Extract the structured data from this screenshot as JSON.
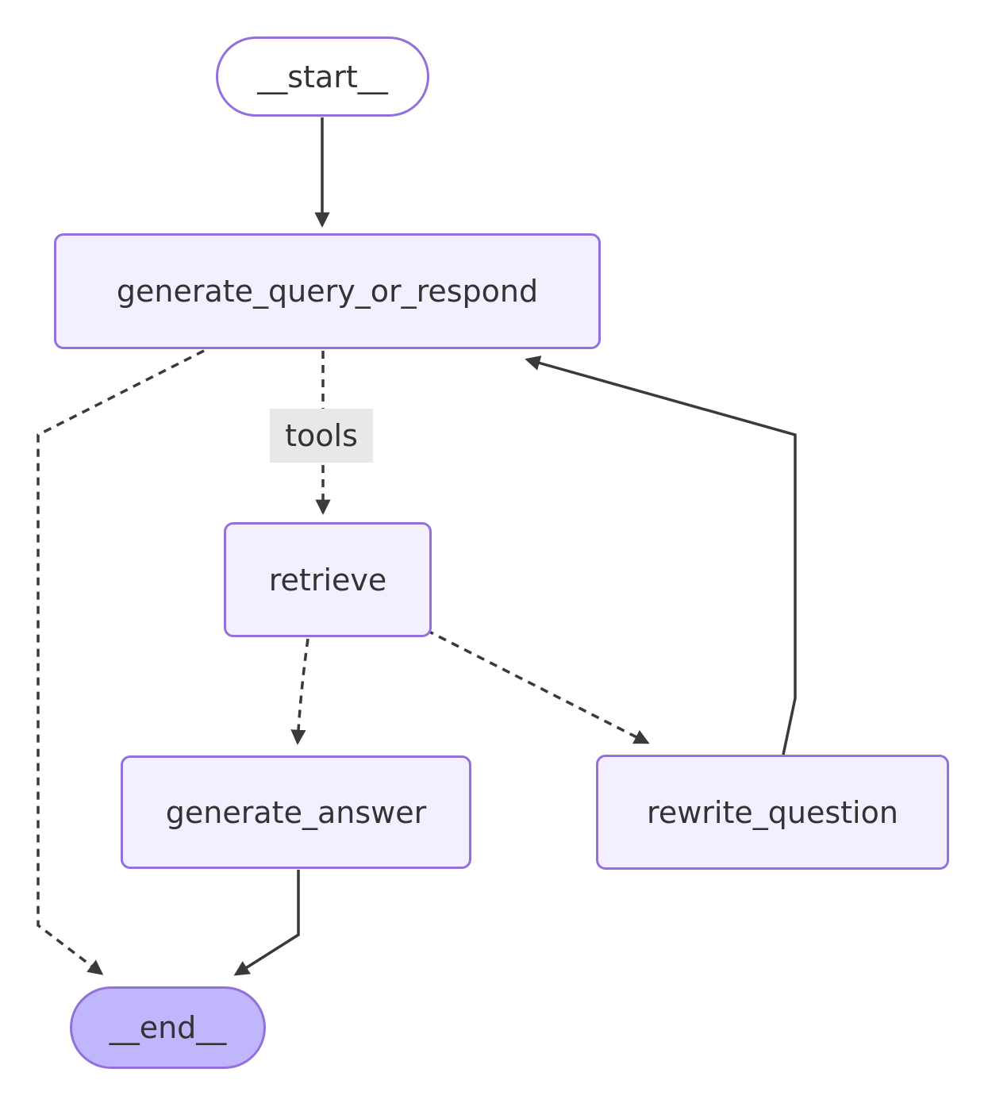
{
  "diagram": {
    "type": "flowchart",
    "direction": "top-down",
    "nodes": {
      "start": {
        "label": "__start__",
        "shape": "stadium"
      },
      "generate_query_or_respond": {
        "label": "generate_query_or_respond",
        "shape": "rect"
      },
      "retrieve": {
        "label": "retrieve",
        "shape": "rect"
      },
      "generate_answer": {
        "label": "generate_answer",
        "shape": "rect"
      },
      "rewrite_question": {
        "label": "rewrite_question",
        "shape": "rect"
      },
      "end": {
        "label": "__end__",
        "shape": "stadium"
      }
    },
    "edges": [
      {
        "from": "__start__",
        "to": "generate_query_or_respond",
        "style": "solid",
        "label": ""
      },
      {
        "from": "generate_query_or_respond",
        "to": "retrieve",
        "style": "dotted",
        "label": "tools"
      },
      {
        "from": "generate_query_or_respond",
        "to": "__end__",
        "style": "dotted",
        "label": ""
      },
      {
        "from": "retrieve",
        "to": "generate_answer",
        "style": "dotted",
        "label": ""
      },
      {
        "from": "retrieve",
        "to": "rewrite_question",
        "style": "dotted",
        "label": ""
      },
      {
        "from": "rewrite_question",
        "to": "generate_query_or_respond",
        "style": "solid",
        "label": ""
      },
      {
        "from": "generate_answer",
        "to": "__end__",
        "style": "solid",
        "label": ""
      }
    ],
    "edge_labels": {
      "tools": "tools"
    },
    "colors": {
      "background": "#ffffff",
      "node_fill": "#f2f0ff",
      "node_border": "#9370DB",
      "start_fill": "#ffffff",
      "end_fill": "#bfb6fc",
      "text": "#333333",
      "edge": "#3a3a3a",
      "edge_label_bg": "#e8e8e8"
    }
  }
}
